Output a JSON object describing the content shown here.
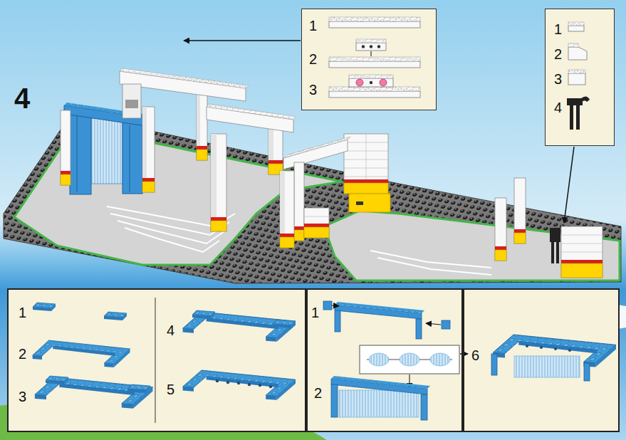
{
  "diagram": {
    "nodes": [
      {
        "text": [
          "1",
          "2",
          "3"
        ]
      },
      {
        "text": [
          "1",
          "2",
          "3",
          "4"
        ]
      },
      {
        "text": [
          "1",
          "2",
          "3",
          "4",
          "5"
        ]
      },
      {
        "text": [
          "1",
          "2"
        ]
      },
      {
        "text": [
          "6"
        ]
      }
    ],
    "labels": [
      "4"
    ]
  }
}
